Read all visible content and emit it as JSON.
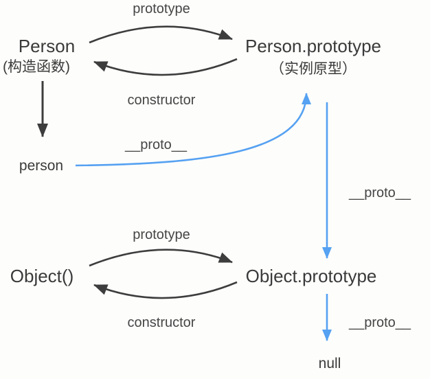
{
  "colors": {
    "arrow_black": "#3d3d3d",
    "arrow_blue": "#55a1f2",
    "text": "#3a3a3a",
    "background": "#fdfdfb"
  },
  "nodes": {
    "person_constructor": {
      "label": "Person",
      "sublabel": "(构造函数)"
    },
    "person_prototype": {
      "label": "Person.prototype",
      "sublabel": "（实例原型）"
    },
    "person_instance": {
      "label": "person"
    },
    "object_constructor": {
      "label": "Object()"
    },
    "object_prototype": {
      "label": "Object.prototype"
    },
    "null_node": {
      "label": "null"
    }
  },
  "edges": {
    "person_prototype_edge": {
      "label": "prototype"
    },
    "person_constructor_edge": {
      "label": "constructor"
    },
    "person_proto_edge": {
      "label": "__proto__"
    },
    "prototype_chain_edge": {
      "label": "__proto__"
    },
    "object_prototype_edge": {
      "label": "prototype"
    },
    "object_constructor_edge": {
      "label": "constructor"
    },
    "object_proto_edge": {
      "label": "__proto__"
    }
  }
}
